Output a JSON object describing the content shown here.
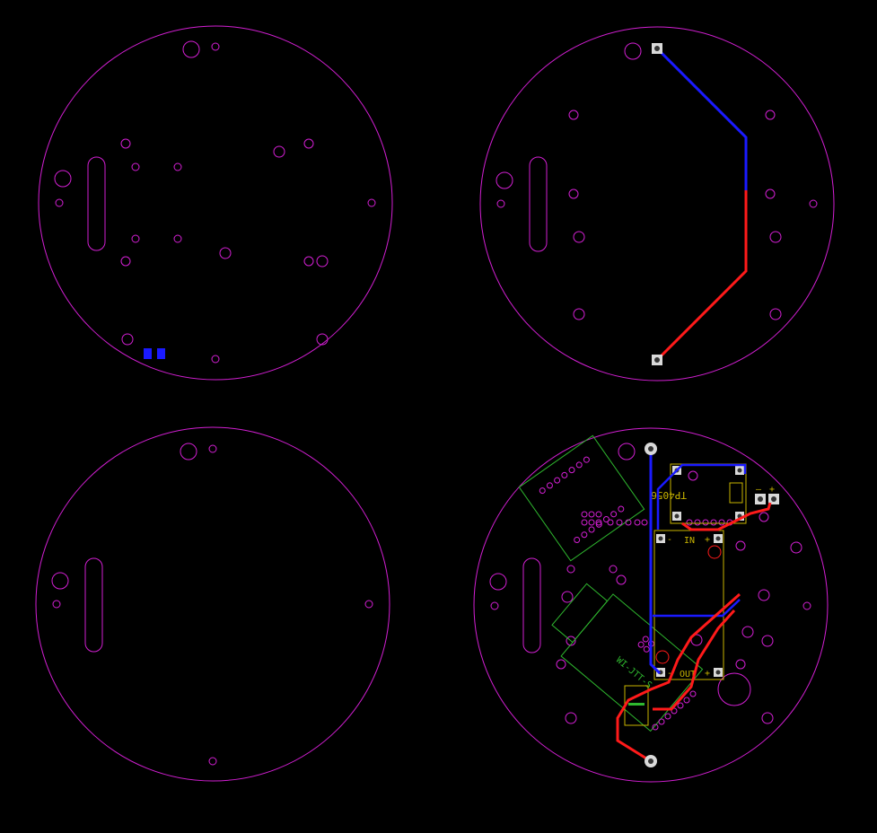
{
  "colors": {
    "background": "#000000",
    "board_outline": "#d21fd2",
    "copper_top": "#ff1a1a",
    "copper_bottom": "#1a1aff",
    "silkscreen": "#2fb82f",
    "fab": "#c8b400",
    "pad_fill": "#d9d9d9",
    "pad_hole": "#333333",
    "label_text": "#c8b400"
  },
  "panels": [
    {
      "name": "panel-top-left",
      "view": "outline-only"
    },
    {
      "name": "panel-top-right",
      "view": "outline-with-traces"
    },
    {
      "name": "panel-bottom-left",
      "view": "outline-blank"
    },
    {
      "name": "panel-bottom-right",
      "view": "assembled-layout"
    }
  ],
  "components": {
    "charger_module": {
      "label": "TP4056",
      "minus": "-",
      "plus": "+"
    },
    "converter_module": {
      "in_label": "IN",
      "out_label": "OUT",
      "minus": "-",
      "plus": "+"
    },
    "wifi_module": {
      "label": "WI-JTT-S"
    },
    "battery_terminals": {
      "minus": "–",
      "plus": "+"
    }
  }
}
